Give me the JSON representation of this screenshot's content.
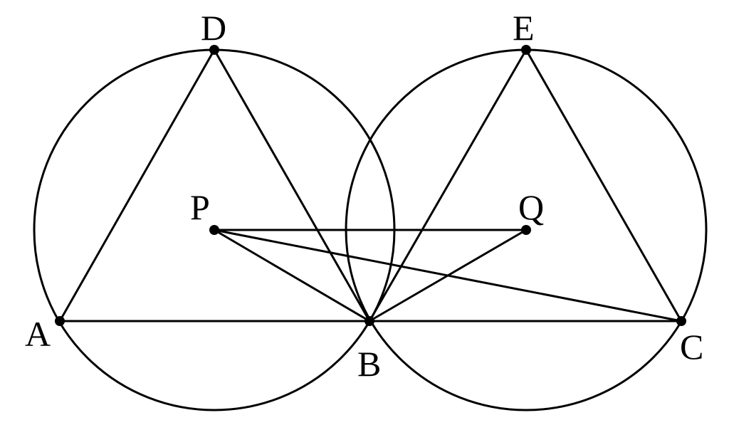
{
  "points": {
    "A": {
      "label": "A"
    },
    "B": {
      "label": "B"
    },
    "C": {
      "label": "C"
    },
    "D": {
      "label": "D"
    },
    "E": {
      "label": "E"
    },
    "P": {
      "label": "P"
    },
    "Q": {
      "label": "Q"
    }
  },
  "colors": {
    "line": "#000000",
    "background": "#ffffff"
  }
}
